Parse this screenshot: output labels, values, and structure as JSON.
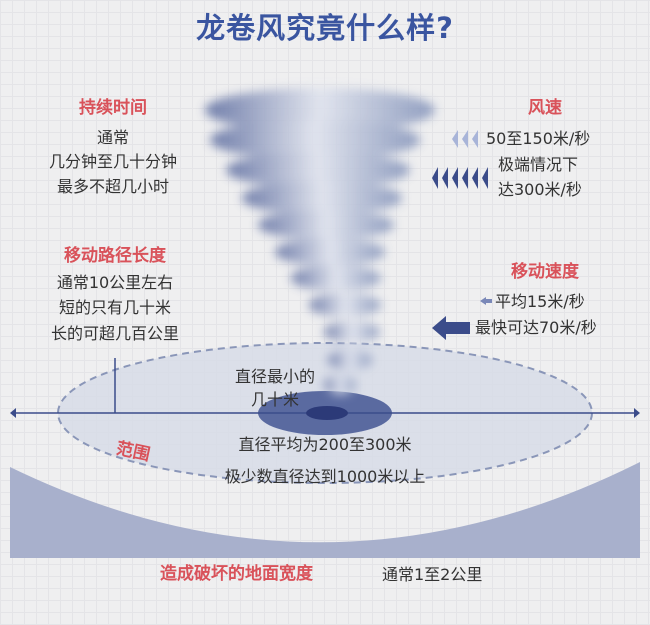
{
  "title": "龙卷风究竟什么样?",
  "duration": {
    "heading": "持续时间",
    "lines": [
      "通常",
      "几分钟至几十分钟",
      "最多不超几小时"
    ]
  },
  "path_length": {
    "heading": "移动路径长度",
    "lines": [
      "通常10公里左右",
      "短的只有几十米",
      "长的可超几百公里"
    ]
  },
  "wind_speed": {
    "heading": "风速",
    "lines": [
      "50至150米/秒",
      "极端情况下",
      "达300米/秒"
    ]
  },
  "move_speed": {
    "heading": "移动速度",
    "lines": [
      "平均15米/秒",
      "最快可达70米/秒"
    ]
  },
  "diameter": {
    "min": [
      "直径最小的",
      "几十米"
    ],
    "avg": "直径平均为200至300米",
    "max": "极少数直径达到1000米以上",
    "range_label": "范围"
  },
  "damage": {
    "heading": "造成破坏的地面宽度",
    "value": "通常1至2公里"
  },
  "colors": {
    "title": "#3a55a0",
    "accent": "#d9525a",
    "dark_blue": "#3b4c8a",
    "light_blue": "#a8b0cc"
  }
}
